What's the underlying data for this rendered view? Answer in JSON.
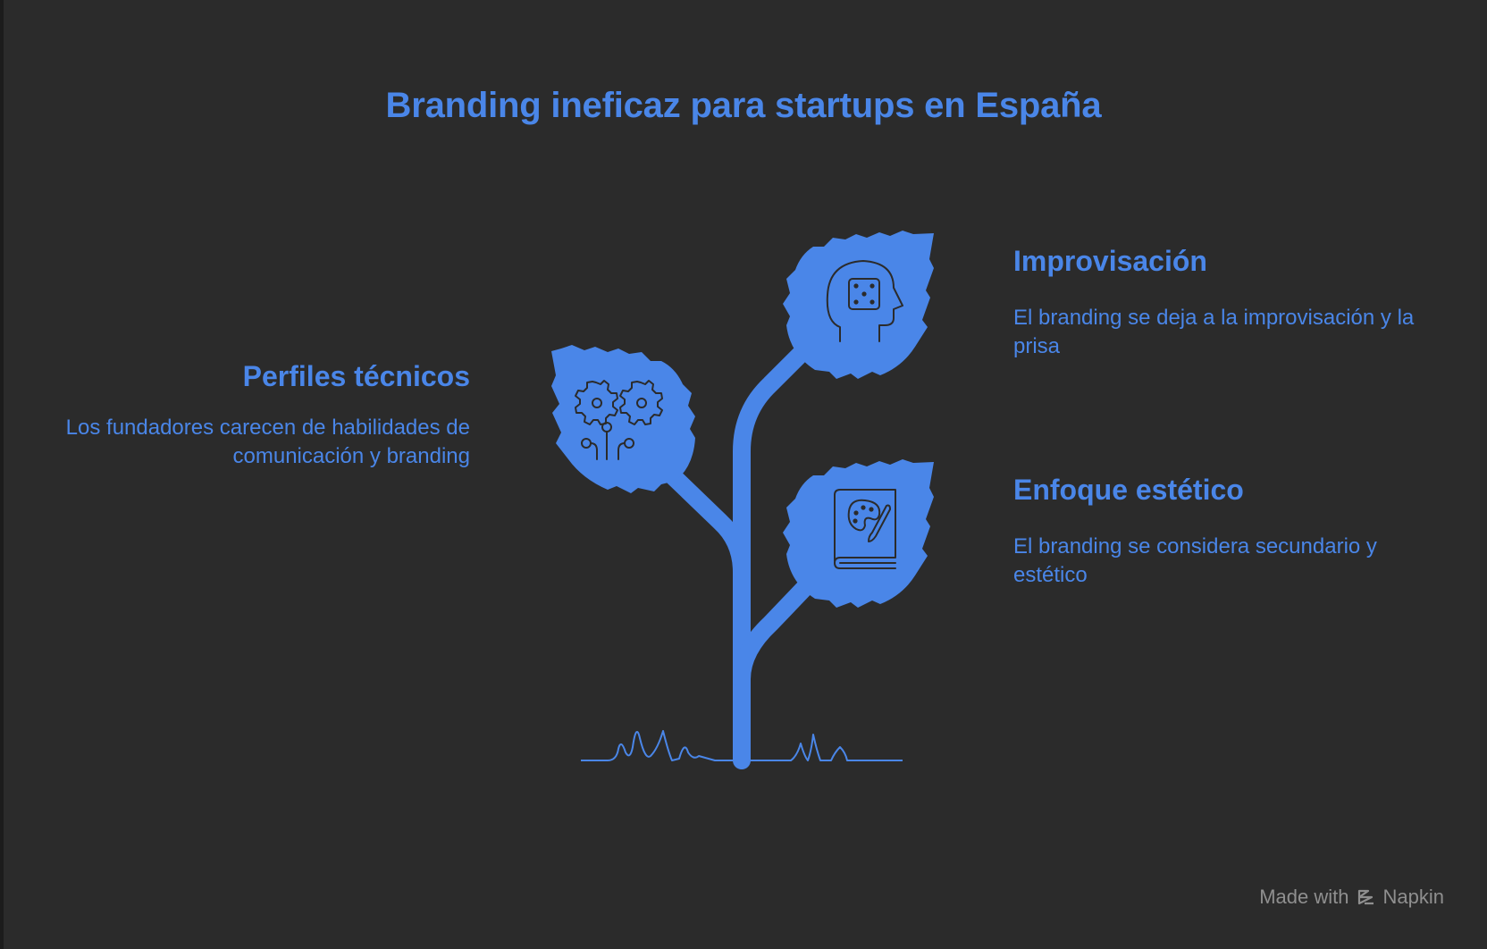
{
  "title": "Branding ineficaz para startups en España",
  "blocks": [
    {
      "title": "Perfiles técnicos",
      "description": "Los fundadores carecen de habilidades de comunicación y branding",
      "icon": "gears-circuit-icon"
    },
    {
      "title": "Improvisación",
      "description": "El branding se deja a la improvisación y la prisa",
      "icon": "head-dice-icon"
    },
    {
      "title": "Enfoque estético",
      "description": "El branding se considera secundario y estético",
      "icon": "book-palette-icon"
    }
  ],
  "watermark": {
    "made_with": "Made with",
    "brand": "Napkin"
  },
  "colors": {
    "background": "#2b2b2b",
    "accent": "#4a86e8",
    "icon_stroke": "#2b2b2b",
    "watermark": "#8f8f8f"
  }
}
